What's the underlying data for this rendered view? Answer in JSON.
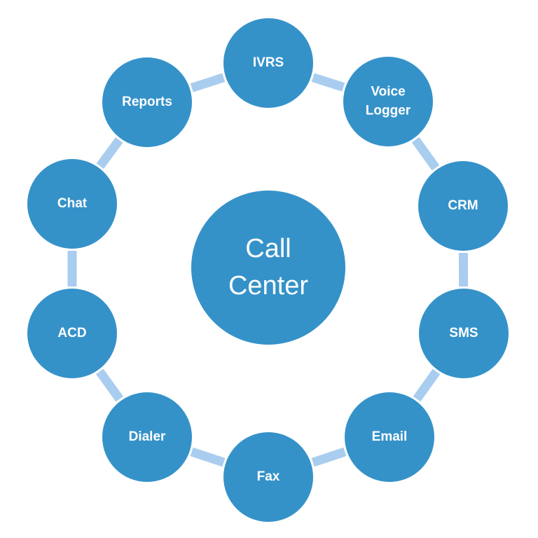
{
  "center": {
    "line1": "Call",
    "line2": "Center"
  },
  "nodes": [
    {
      "id": "ivrs",
      "lines": [
        "IVRS"
      ]
    },
    {
      "id": "voice-logger",
      "lines": [
        "Voice",
        "Logger"
      ]
    },
    {
      "id": "crm",
      "lines": [
        "CRM"
      ]
    },
    {
      "id": "sms",
      "lines": [
        "SMS"
      ]
    },
    {
      "id": "email",
      "lines": [
        "Email"
      ]
    },
    {
      "id": "fax",
      "lines": [
        "Fax"
      ]
    },
    {
      "id": "dialer",
      "lines": [
        "Dialer"
      ]
    },
    {
      "id": "acd",
      "lines": [
        "ACD"
      ]
    },
    {
      "id": "chat",
      "lines": [
        "Chat"
      ]
    },
    {
      "id": "reports",
      "lines": [
        "Reports"
      ]
    }
  ],
  "colors": {
    "circle": "#3592c9",
    "connector": "#a9cdef",
    "text": "#ffffff"
  }
}
